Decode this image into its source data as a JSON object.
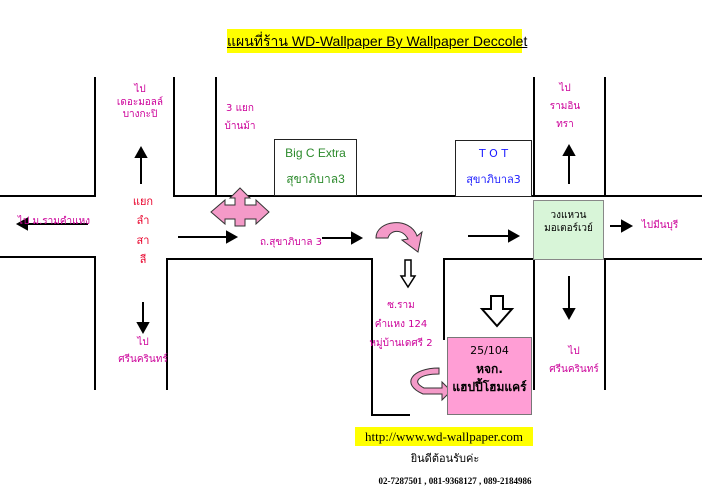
{
  "title": "แผนที่ร้าน WD-Wallpaper By Wallpaper Deccolet",
  "labels": {
    "to_the_mall": [
      "ไป",
      "เดอะมอลล์",
      "บางกะปิ"
    ],
    "intersection": [
      "แยก",
      "ลำ",
      "สา",
      "ลี"
    ],
    "to_seri": [
      "ไป",
      "ศรีนครินทร์"
    ],
    "to_ram_university": "ไป ม.รามคำแหง",
    "three_way": [
      "3 แยก",
      "บ้านม้า"
    ],
    "road_sukhaphiban": "ถ.สุขาภิบาล 3",
    "soi": [
      "ซ.ราม",
      "คำแหง 124",
      "หมู่บ้านเดศรี 2"
    ],
    "to_ramintra": [
      "ไป",
      "รามอิน",
      "ทรา"
    ],
    "to_minburi": "ไปมีนบุรี",
    "to_srinakarin_right": [
      "ไป",
      "ศรีนครินทร์"
    ]
  },
  "landmarks": {
    "bigc": {
      "name": "Big C Extra",
      "sub": "สุขาภิบาล3"
    },
    "tot": {
      "name": "T O T",
      "sub": "สุขาภิบาล3"
    },
    "roundabout": {
      "line1": "วงแหวน",
      "line2": "มอเตอร์เวย์"
    }
  },
  "shop": {
    "number": "25/104",
    "line1": "หจก.",
    "line2": "แฮปปี้โฮมแคร์"
  },
  "footer": {
    "url": "http://www.wd-wallpaper.com",
    "welcome": "ยินดีต้อนรับค่ะ",
    "phones": "02-7287501 , 081-9368127 , 089-2184986"
  },
  "colors": {
    "label_magenta": "#cc0099",
    "label_red": "#e8002a",
    "shop_fill": "#ff9ed5",
    "turn_arrow_fill": "#f49ac8",
    "roundabout_fill": "#d8f5d8",
    "title_highlight": "#ffff00"
  }
}
